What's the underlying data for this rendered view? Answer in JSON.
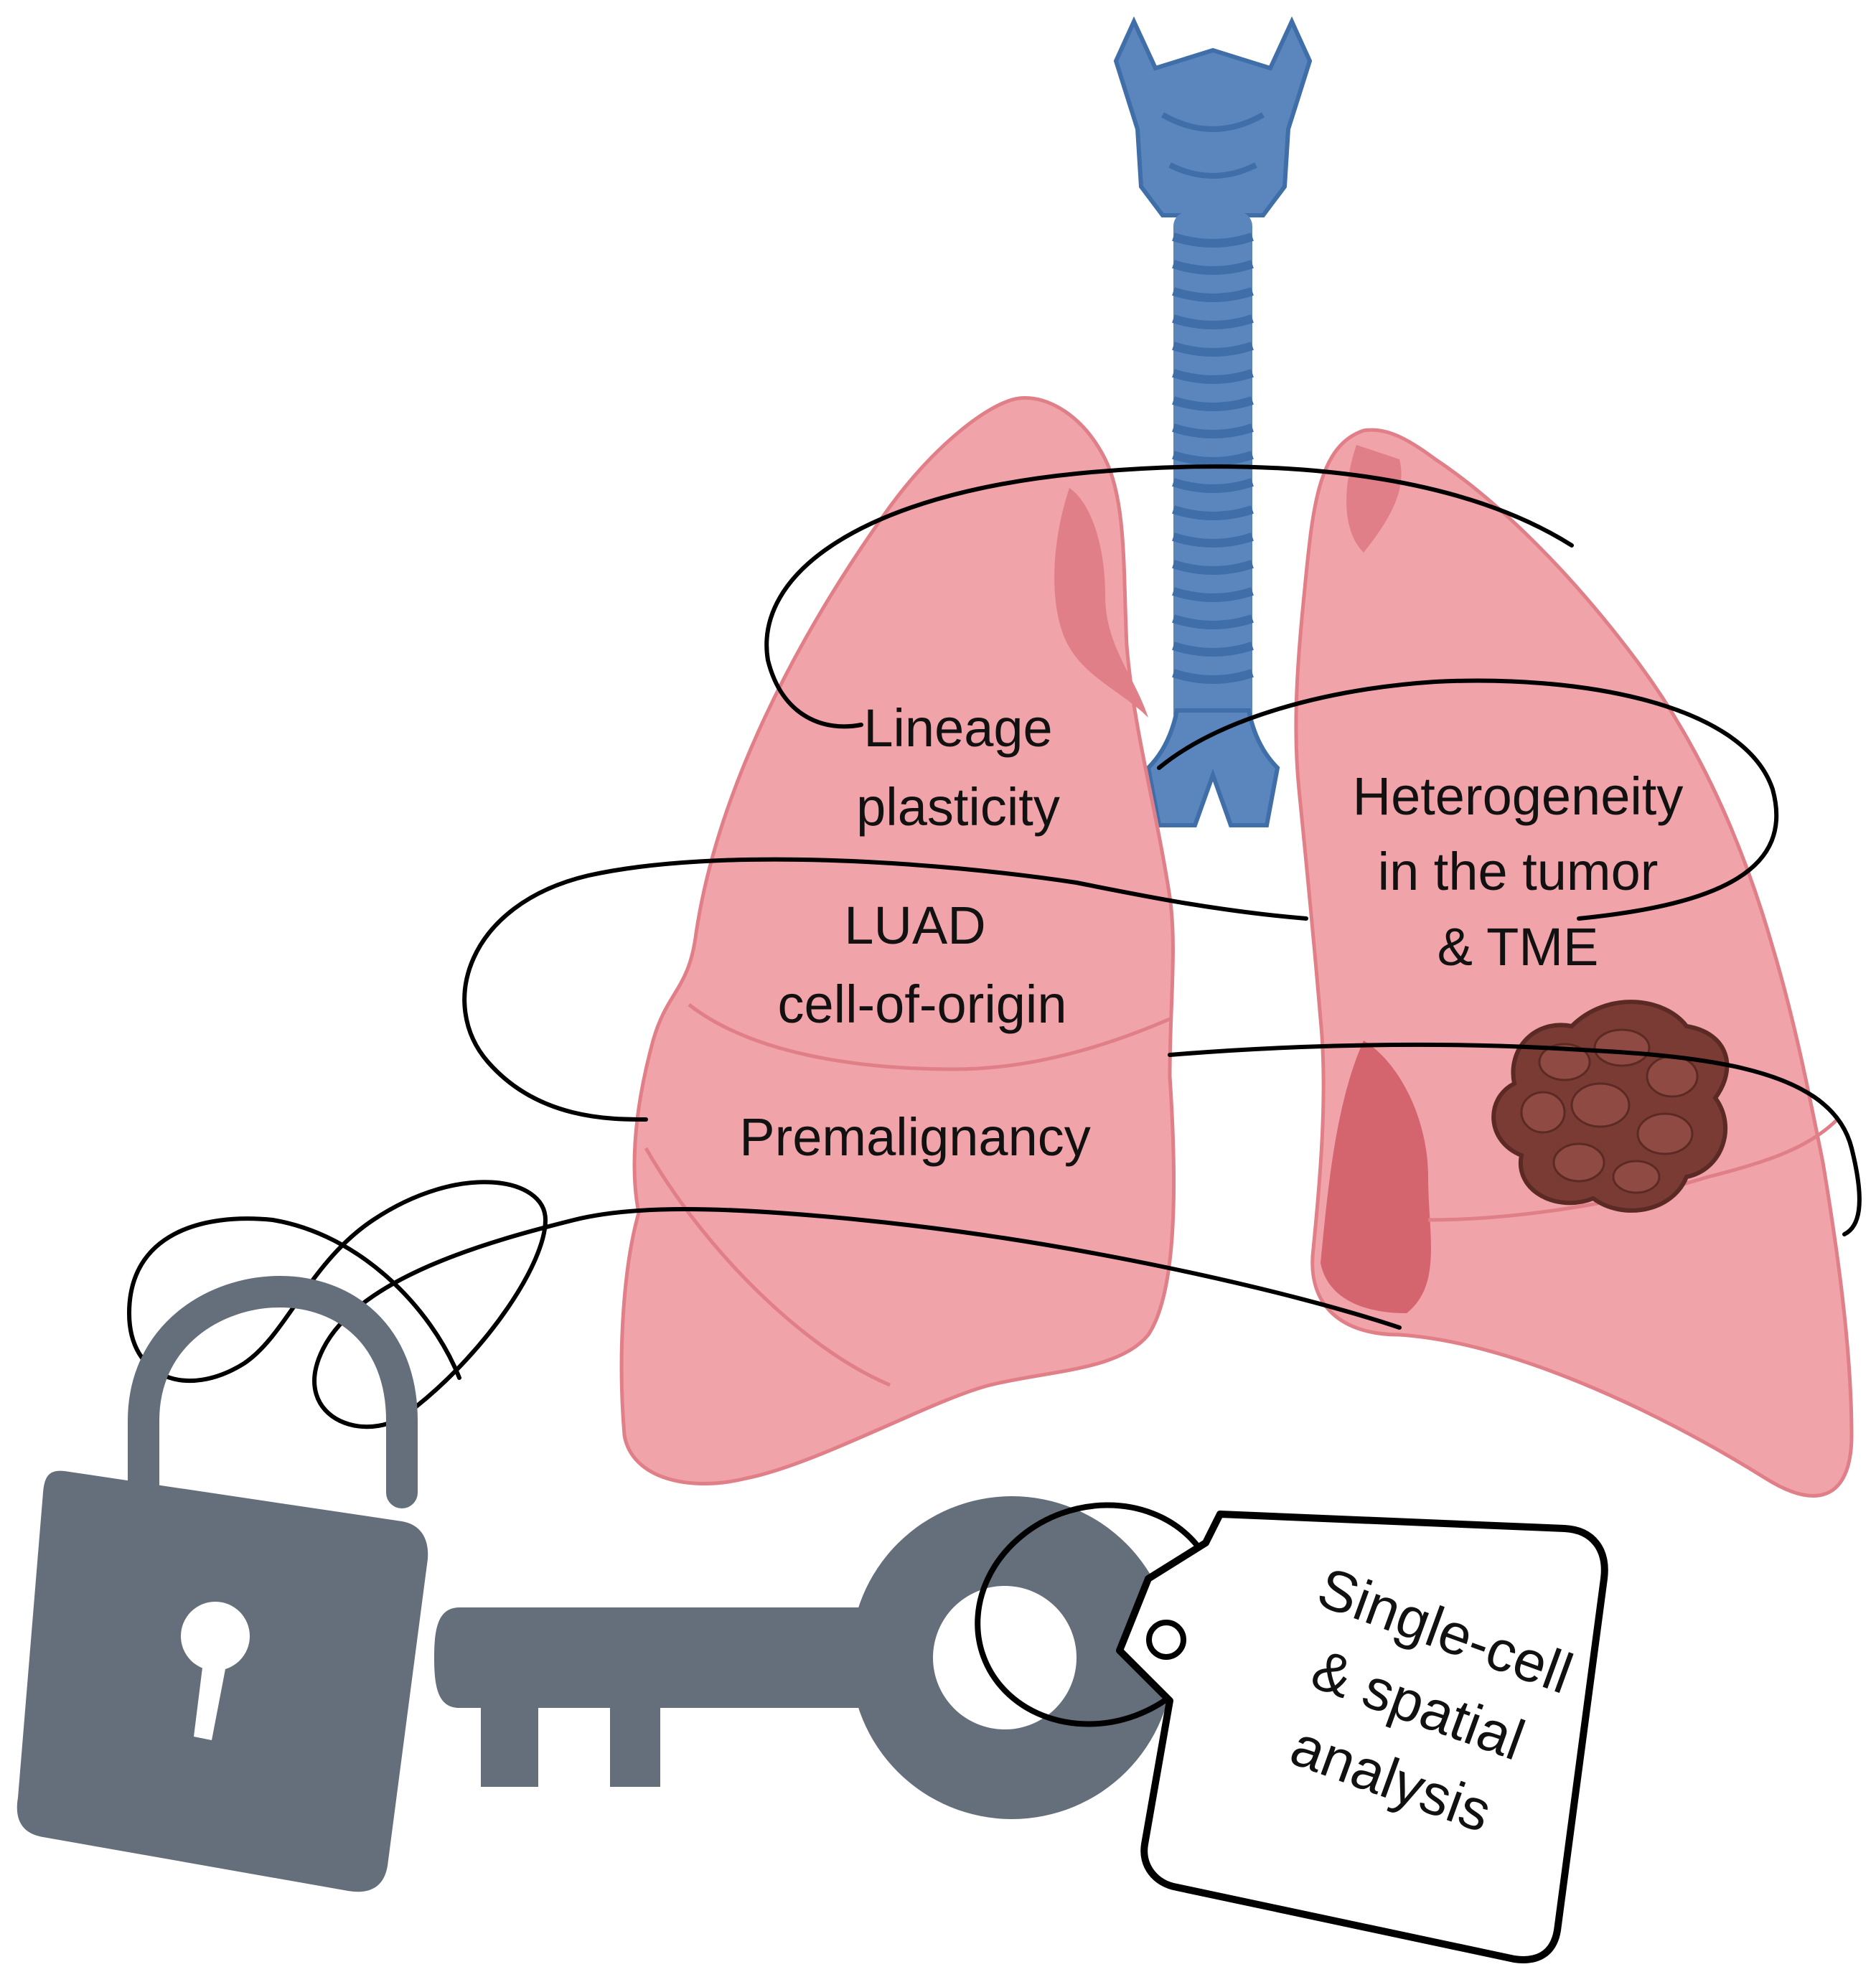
{
  "labels": {
    "lineage_line1": "Lineage",
    "lineage_line2": "plasticity",
    "luad_line1": "LUAD",
    "luad_line2": "cell-of-origin",
    "premalignancy": "Premalignancy",
    "heterogeneity_line1": "Heterogeneity",
    "heterogeneity_line2": "in the tumor",
    "heterogeneity_line3": "& TME",
    "tag_line1": "Single-cell",
    "tag_line2": "& spatial",
    "tag_line3": "analysis"
  },
  "colors": {
    "lung": "#f0a3a8",
    "lung_shadow": "#e07f87",
    "lung_deep": "#d4656f",
    "trachea": "#5a86bd",
    "trachea_dark": "#3f6ea8",
    "tumor": "#7a3b34",
    "tumor_dark": "#5b2a24",
    "lock_key": "#646f7b",
    "string": "#000000"
  },
  "icons": [
    "trachea-icon",
    "lung-icon",
    "tumor-icon",
    "padlock-icon",
    "key-icon",
    "tag-icon"
  ]
}
